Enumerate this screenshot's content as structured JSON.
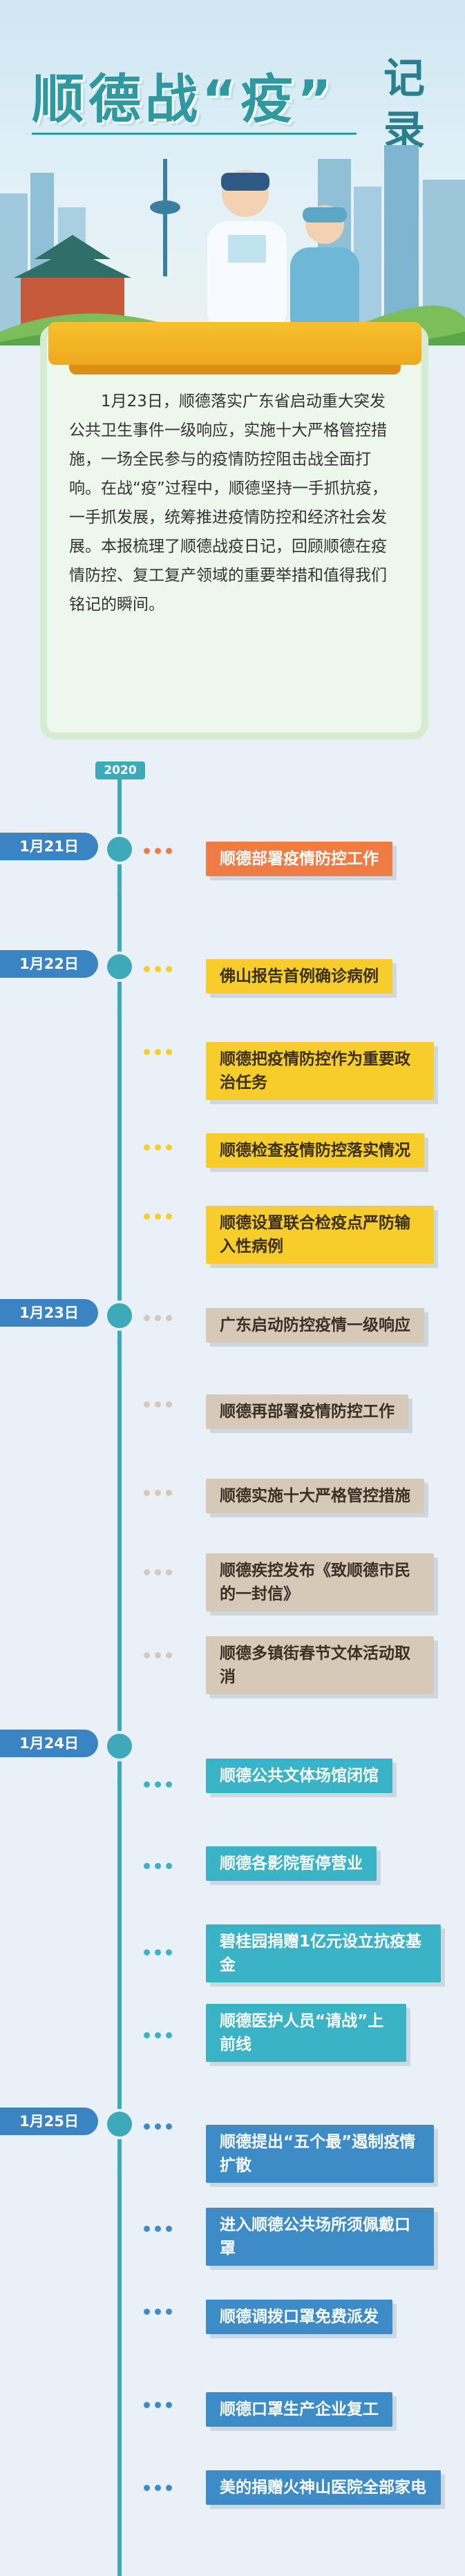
{
  "header": {
    "title": "顺德战“疫”",
    "title_side": "记录"
  },
  "intro": {
    "text": "1月23日，顺德落实广东省启动重大突发公共卫生事件一级响应，实施十大严格管控措施，一场全民参与的疫情防控阻击战全面打响。在战“疫”过程中，顺德坚持一手抓抗疫，一手抓发展，统筹推进疫情防控和经济社会发展。本报梳理了顺德战疫日记，回顾顺德在疫情防控、复工复产领域的重要举措和值得我们铭记的瞬间。"
  },
  "timeline": {
    "year": "2020",
    "groups": [
      {
        "date": "1月21日",
        "items": [
          "顺德部署疫情防控工作"
        ]
      },
      {
        "date": "1月22日",
        "items": [
          "佛山报告首例确诊病例",
          "顺德把疫情防控作为重要政治任务",
          "顺德检查疫情防控落实情况",
          "顺德设置联合检疫点严防输入性病例"
        ]
      },
      {
        "date": "1月23日",
        "items": [
          "广东启动防控疫情一级响应",
          "顺德再部署疫情防控工作",
          "顺德实施十大严格管控措施",
          "顺德疾控发布《致顺德市民的一封信》",
          "顺德多镇街春节文体活动取消"
        ]
      },
      {
        "date": "1月24日",
        "items": [
          "顺德公共文体场馆闭馆",
          "顺德各影院暂停营业",
          "碧桂园捐赠1亿元设立抗疫基金",
          "顺德医护人员“请战”上前线"
        ]
      },
      {
        "date": "1月25日",
        "items": [
          "顺德提出“五个最”遏制疫情扩散",
          "进入顺德公共场所须佩戴口罩",
          "顺德调拨口罩免费派发",
          "顺德口罩生产企业复工",
          "美的捐赠火神山医院全部家电"
        ]
      }
    ]
  },
  "colors": {
    "accent": "#3ea9b8",
    "date_badge": "#3b84c4",
    "orange": "#f07c45",
    "yellow": "#f7cd2c",
    "beige": "#d6c9b8",
    "teal": "#3ab3c6",
    "blue": "#3d8cc8"
  }
}
